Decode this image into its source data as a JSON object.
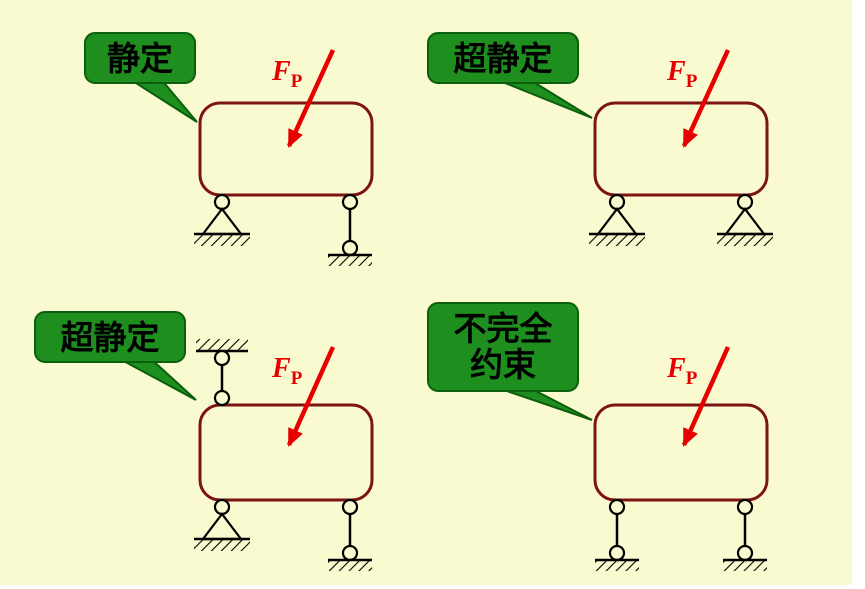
{
  "colors": {
    "background": "#FAFAD0",
    "bubble_fill": "#1E8F1E",
    "bubble_border": "#0B5E0B",
    "body_outline": "#7D1414",
    "force": "#E60000",
    "support": "#000000",
    "bubble_text": "#000000"
  },
  "icons": {
    "fixed_hinge_support": "circle-on-triangle-with-hatched-ground",
    "link_support": "two-circle-vertical-link-with-hatched-ground",
    "hanger_link": "two-circle-vertical-link-from-hatched-ceiling",
    "force_arrow": "red-diagonal-arrow"
  },
  "panels": [
    {
      "name": "top-left",
      "bubble_label": "静定",
      "force_symbol": "F",
      "force_subscript": "P",
      "supports": [
        "fixed-hinge",
        "link"
      ]
    },
    {
      "name": "top-right",
      "bubble_label": "超静定",
      "force_symbol": "F",
      "force_subscript": "P",
      "supports": [
        "fixed-hinge",
        "fixed-hinge"
      ]
    },
    {
      "name": "bottom-left",
      "bubble_label": "超静定",
      "force_symbol": "F",
      "force_subscript": "P",
      "supports": [
        "hanger-link",
        "fixed-hinge",
        "link"
      ]
    },
    {
      "name": "bottom-right",
      "bubble_label_line1": "不完全",
      "bubble_label_line2": "约束",
      "force_symbol": "F",
      "force_subscript": "P",
      "supports": [
        "link",
        "link"
      ]
    }
  ]
}
